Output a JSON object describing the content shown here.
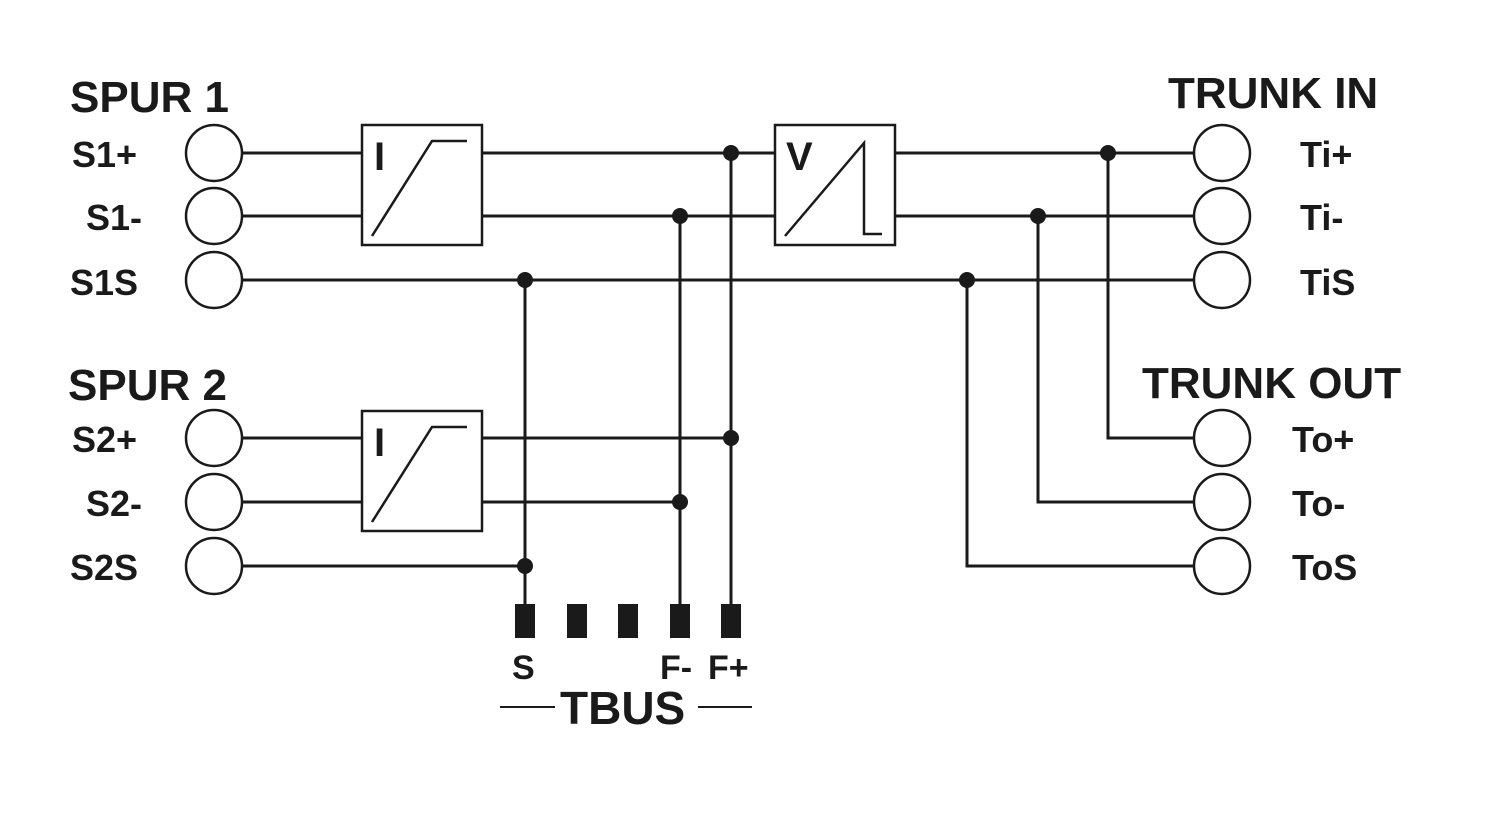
{
  "spur1": {
    "title": "SPUR 1",
    "terminals": [
      "S1+",
      "S1-",
      "S1S"
    ]
  },
  "spur2": {
    "title": "SPUR 2",
    "terminals": [
      "S2+",
      "S2-",
      "S2S"
    ]
  },
  "trunk_in": {
    "title": "TRUNK IN",
    "terminals": [
      "Ti+",
      "Ti-",
      "TiS"
    ]
  },
  "trunk_out": {
    "title": "TRUNK OUT",
    "terminals": [
      "To+",
      "To-",
      "ToS"
    ]
  },
  "current_limiter": {
    "symbol": "I"
  },
  "voltage_block": {
    "symbol": "V"
  },
  "tbus": {
    "title": "TBUS",
    "pins": [
      "S",
      "F-",
      "F+"
    ]
  }
}
